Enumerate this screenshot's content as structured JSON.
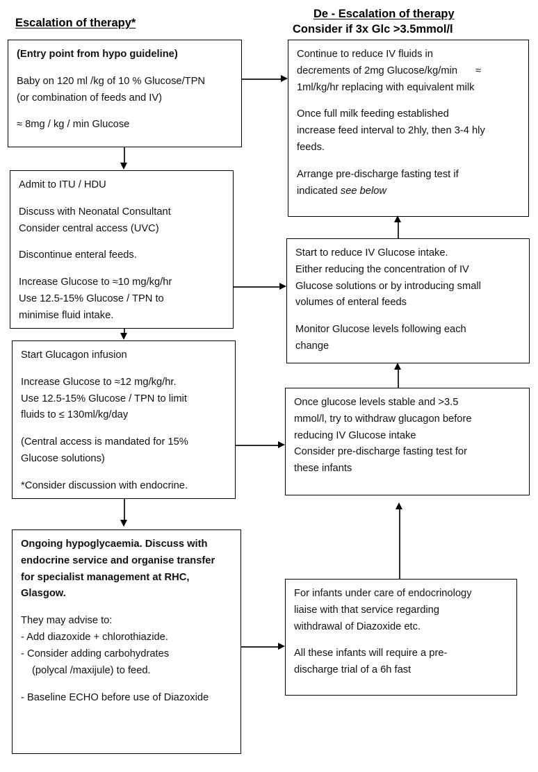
{
  "diagram": {
    "title_left": "Escalation of therapy*",
    "title_right_line1": "De - Escalation of therapy",
    "title_right_line2": "Consider if 3x Glc >3.5mmol/l",
    "line_color": "#2b2b2b",
    "box_border_color": "#000000",
    "background": "#ffffff"
  },
  "left_column": {
    "box1": {
      "name": "entry-point-box",
      "lines": [
        "(Entry point from hypo guideline)",
        "Baby on 120 ml /kg of 10 % Glucose/TPN",
        "(or combination of feeds and IV)",
        "≈ 8mg / kg / min Glucose"
      ]
    },
    "box2": {
      "name": "admit-itu-hdu-box",
      "lines": [
        "Admit to ITU / HDU",
        "Discuss with Neonatal Consultant",
        "Consider central access (UVC)",
        "Discontinue enteral feeds.",
        "Increase Glucose to ≈10 mg/kg/hr",
        "Use 12.5-15% Glucose / TPN to",
        "minimise fluid intake."
      ]
    },
    "box3": {
      "name": "glucagon-infusion-box",
      "lines": [
        "Start Glucagon infusion",
        "Increase Glucose to ≈12 mg/kg/hr.",
        "Use 12.5-15% Glucose / TPN to limit",
        "fluids to ≤ 130ml/kg/day",
        "(Central access is mandated for 15%",
        "Glucose solutions)",
        "*Consider discussion with endocrine."
      ]
    },
    "box4": {
      "name": "ongoing-hypoglycaemia-box",
      "bold_lines": [
        "Ongoing hypoglycaemia.  Discuss with",
        "endocrine service and organise transfer",
        "for specialist management at RHC,",
        "Glasgow."
      ],
      "lines": [
        "They may advise to:",
        "- Add diazoxide + chlorothiazide.",
        "- Consider adding carbohydrates",
        "(polycal /maxijule) to feed.",
        "- Baseline ECHO before use of Diazoxide"
      ]
    }
  },
  "right_column": {
    "box1": {
      "name": "reduce-iv-fluids-box",
      "line1a": "Continue to reduce IV fluids in",
      "line1b": "decrements of 2mg Glucose/kg/min",
      "line1c": "≈",
      "line1d": "1ml/kg/hr replacing with equivalent milk",
      "para2": [
        "Once full milk feeding established",
        "increase feed interval to 2hly, then 3-4 hly",
        "feeds."
      ],
      "para3_a": "Arrange pre-discharge fasting test if",
      "para3_b": "indicated ",
      "para3_italic": "see below"
    },
    "box2": {
      "name": "reduce-glucose-intake-box",
      "lines": [
        "Start to reduce IV Glucose intake.",
        " Either reducing the concentration of IV",
        "Glucose solutions or by introducing small",
        "volumes of enteral feeds"
      ],
      "lines2": [
        "Monitor Glucose levels following each",
        "change"
      ]
    },
    "box3": {
      "name": "withdraw-glucagon-box",
      "lines": [
        "Once glucose levels  stable and  >3.5",
        "mmol/l,  try to withdraw glucagon before",
        "reducing IV Glucose intake",
        "Consider pre-discharge fasting test for",
        "these infants"
      ]
    },
    "box4": {
      "name": "endocrinology-care-box",
      "lines": [
        "For infants under care of endocrinology",
        "liaise with that service regarding",
        "withdrawal of Diazoxide etc."
      ],
      "lines2": [
        "All these infants will require a pre-",
        "discharge trial of a 6h fast"
      ]
    }
  },
  "connectors": {
    "down_1_2": "arrow-down-entry-to-admit",
    "down_2_3": "arrow-down-admit-to-glucagon",
    "down_3_4": "arrow-down-glucagon-to-ongoing",
    "right_1": "arrow-right-entry-to-reduce-fluids",
    "right_2": "arrow-right-admit-to-reduce-glucose",
    "right_3": "arrow-right-glucagon-to-withdraw-glucagon",
    "right_4": "arrow-right-ongoing-to-endocrinology",
    "up_2_1": "arrow-up-reduce-glucose-to-reduce-fluids",
    "up_3_2": "arrow-up-withdraw-glucagon-to-reduce-glucose",
    "up_4_3": "arrow-up-endocrinology-to-withdraw-glucagon"
  }
}
